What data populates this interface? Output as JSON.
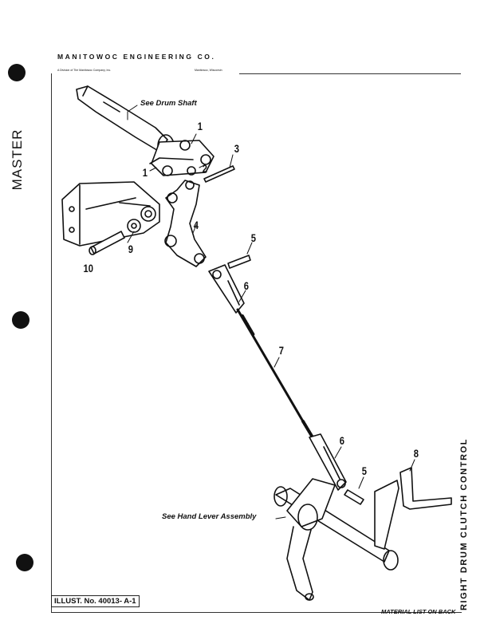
{
  "header": {
    "company": "MANITOWOC ENGINEERING CO.",
    "division": "A Division of The Manitowoc Company, Inc.",
    "location": "Manitowoc, Wisconsin"
  },
  "side_label": "MASTER",
  "title": "RIGHT DRUM CLUTCH CONTROL",
  "illustration_number": "ILLUST. No. 40013- A-1",
  "footer_note": "MATERIAL LIST ON BACK",
  "callouts": {
    "drum_shaft": "See Drum Shaft",
    "hand_lever": "See Hand Lever Assembly"
  },
  "part_numbers": {
    "p1a": "1",
    "p1b": "1",
    "p2": "2",
    "p3": "3",
    "p4": "4",
    "p5a": "5",
    "p5b": "5",
    "p6a": "6",
    "p6b": "6",
    "p7": "7",
    "p8": "8",
    "p9": "9",
    "p10": "10"
  }
}
